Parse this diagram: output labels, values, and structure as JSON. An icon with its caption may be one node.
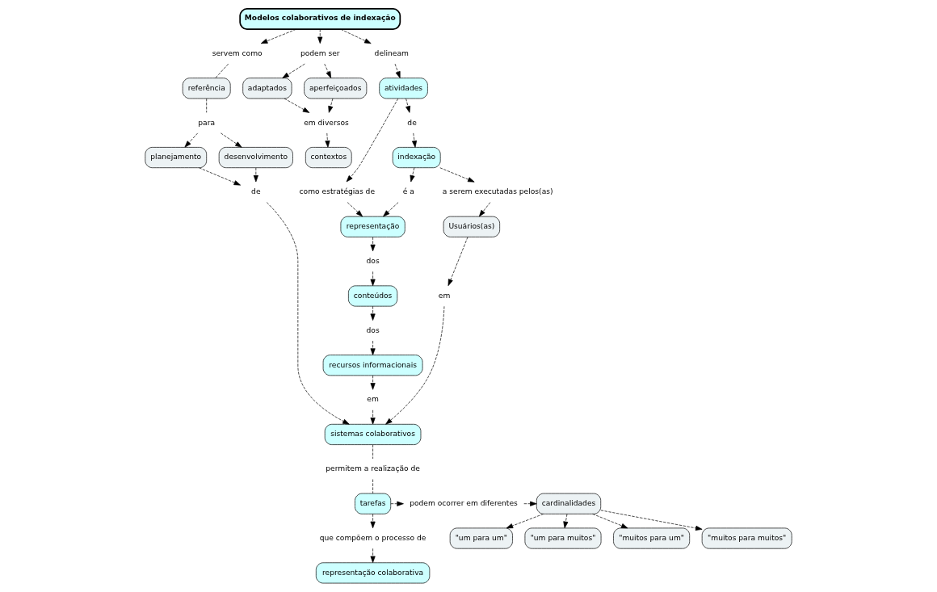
{
  "diagram": {
    "nodes": [
      {
        "text": [
          "Modelos colaborativos de indexação"
        ]
      },
      {
        "text": [
          "servem como"
        ]
      },
      {
        "text": [
          "podem ser"
        ]
      },
      {
        "text": [
          "delineam"
        ]
      },
      {
        "text": [
          "como estratégias de"
        ]
      },
      {
        "text": [
          "adaptados"
        ]
      },
      {
        "text": [
          "aperfeiçoados"
        ]
      },
      {
        "text": [
          "representação"
        ]
      },
      {
        "text": [
          "referência"
        ]
      },
      {
        "text": [
          "planejamento"
        ]
      },
      {
        "text": [
          "em diversos"
        ]
      },
      {
        "text": [
          "atividades"
        ]
      },
      {
        "text": [
          "de"
        ]
      },
      {
        "text": [
          "para"
        ]
      },
      {
        "text": [
          "de"
        ]
      },
      {
        "text": [
          "é a"
        ]
      },
      {
        "text": [
          "desenvolvimento"
        ]
      },
      {
        "text": [
          "contextos"
        ]
      },
      {
        "text": [
          "dos"
        ]
      },
      {
        "text": [
          "indexação"
        ]
      },
      {
        "text": [
          "conteúdos"
        ]
      },
      {
        "text": [
          "a serem executadas pelos(as)"
        ]
      },
      {
        "text": [
          "dos"
        ]
      },
      {
        "text": [
          "Usuários(as)"
        ]
      },
      {
        "text": [
          "recursos informacionais"
        ]
      },
      {
        "text": [
          "em"
        ]
      },
      {
        "text": [
          "em"
        ]
      },
      {
        "text": [
          "sistemas colaborativos"
        ]
      },
      {
        "text": [
          "\"um para um\""
        ]
      },
      {
        "text": [
          "permitem a realização de"
        ]
      },
      {
        "text": [
          "\"um para muitos\""
        ]
      },
      {
        "text": [
          "tarefas"
        ]
      },
      {
        "text": [
          "podem ocorrer em diferentes"
        ]
      },
      {
        "text": [
          "cardinalidades"
        ]
      },
      {
        "text": [
          "\"muitos para um\""
        ]
      },
      {
        "text": [
          "que compõem o processo de"
        ]
      },
      {
        "text": [
          "\"muitos para muitos\""
        ]
      },
      {
        "text": [
          "representação colaborativa"
        ]
      }
    ],
    "edges": [
      {
        "from": 0,
        "to": 1,
        "arrow": "to"
      },
      {
        "from": 1,
        "to": 8,
        "arrow": "none"
      },
      {
        "from": 0,
        "to": 2,
        "arrow": "to"
      },
      {
        "from": 2,
        "to": 5,
        "arrow": "to"
      },
      {
        "from": 2,
        "to": 6,
        "arrow": "to"
      },
      {
        "from": 5,
        "to": 10,
        "arrow": "to"
      },
      {
        "from": 6,
        "to": 10,
        "arrow": "to"
      },
      {
        "from": 10,
        "to": 17,
        "arrow": "to"
      },
      {
        "from": 0,
        "to": 3,
        "arrow": "to"
      },
      {
        "from": 3,
        "to": 11,
        "arrow": "to"
      },
      {
        "from": 11,
        "to": 4,
        "arrow": "to"
      },
      {
        "from": 4,
        "to": 7,
        "arrow": "to"
      },
      {
        "from": 11,
        "to": 14,
        "arrow": "to"
      },
      {
        "from": 14,
        "to": 19,
        "arrow": "to"
      },
      {
        "from": 19,
        "to": 15,
        "arrow": "to"
      },
      {
        "from": 15,
        "to": 7,
        "arrow": "to"
      },
      {
        "from": 7,
        "to": 18,
        "arrow": "to"
      },
      {
        "from": 18,
        "to": 20,
        "arrow": "to"
      },
      {
        "from": 20,
        "to": 22,
        "arrow": "to"
      },
      {
        "from": 22,
        "to": 24,
        "arrow": "to"
      },
      {
        "from": 19,
        "to": 21,
        "arrow": "to"
      },
      {
        "from": 21,
        "to": 23,
        "arrow": "to"
      },
      {
        "from": 23,
        "to": 26,
        "arrow": "to"
      },
      {
        "from": 26,
        "to": 27,
        "arrow": "to"
      },
      {
        "from": 24,
        "to": 25,
        "arrow": "to"
      },
      {
        "from": 25,
        "to": 27,
        "arrow": "to"
      },
      {
        "from": 8,
        "to": 13,
        "arrow": "none"
      },
      {
        "from": 13,
        "to": 9,
        "arrow": "to"
      },
      {
        "from": 13,
        "to": 16,
        "arrow": "to"
      },
      {
        "from": 9,
        "to": 12,
        "arrow": "to"
      },
      {
        "from": 16,
        "to": 12,
        "arrow": "to"
      },
      {
        "from": 12,
        "to": 27,
        "arrow": "to"
      },
      {
        "from": 27,
        "to": 29,
        "arrow": "none"
      },
      {
        "from": 29,
        "to": 31,
        "arrow": "none"
      },
      {
        "from": 31,
        "to": 32,
        "arrow": "to"
      },
      {
        "from": 32,
        "to": 33,
        "arrow": "to"
      },
      {
        "from": 31,
        "to": 35,
        "arrow": "to"
      },
      {
        "from": 35,
        "to": 37,
        "arrow": "to"
      },
      {
        "from": 33,
        "to": 28,
        "arrow": "to"
      },
      {
        "from": 33,
        "to": 30,
        "arrow": "to"
      },
      {
        "from": 33,
        "to": 34,
        "arrow": "to"
      },
      {
        "from": 33,
        "to": 36,
        "arrow": "to"
      }
    ]
  }
}
